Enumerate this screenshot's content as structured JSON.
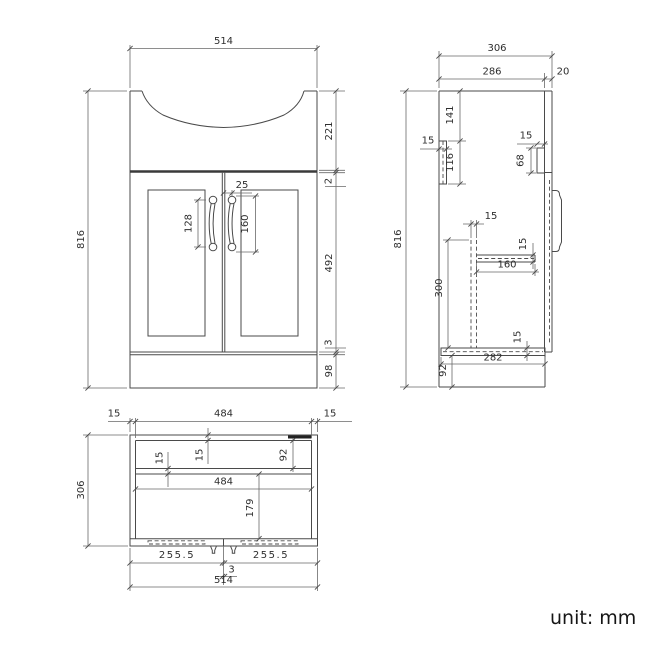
{
  "front": {
    "width": "514",
    "height": "816",
    "basin": "221",
    "worktop_gap": "2",
    "door_height": "492",
    "bottom_gap": "3",
    "plinth": "98",
    "handle_offset": "25",
    "handle_left": "128",
    "handle_right": "160"
  },
  "side": {
    "depth": "306",
    "carcass_depth": "286",
    "door_thickness": "20",
    "height": "816",
    "bracket_offset": "141",
    "bracket_height": "116",
    "bracket_thickness": "15",
    "top_bracket_thickness": "15",
    "top_bracket_height": "68",
    "divider_thickness": "15",
    "divider_height": "300",
    "shelf_thickness": "15",
    "shelf_length": "160",
    "bottom_shelf_length": "282",
    "bottom_shelf_thickness": "15",
    "plinth": "92"
  },
  "plan": {
    "wall_left": "15",
    "inner_width_top": "484",
    "wall_right": "15",
    "depth": "306",
    "back_panel_thickness": "15",
    "rail_thickness": "15",
    "back_offset": "92",
    "inner_width": "484",
    "front_depth": "179",
    "door_left": "255.5",
    "door_right": "255.5",
    "door_gap": "3",
    "width": "514"
  },
  "note": {
    "unit": "unit: mm"
  }
}
